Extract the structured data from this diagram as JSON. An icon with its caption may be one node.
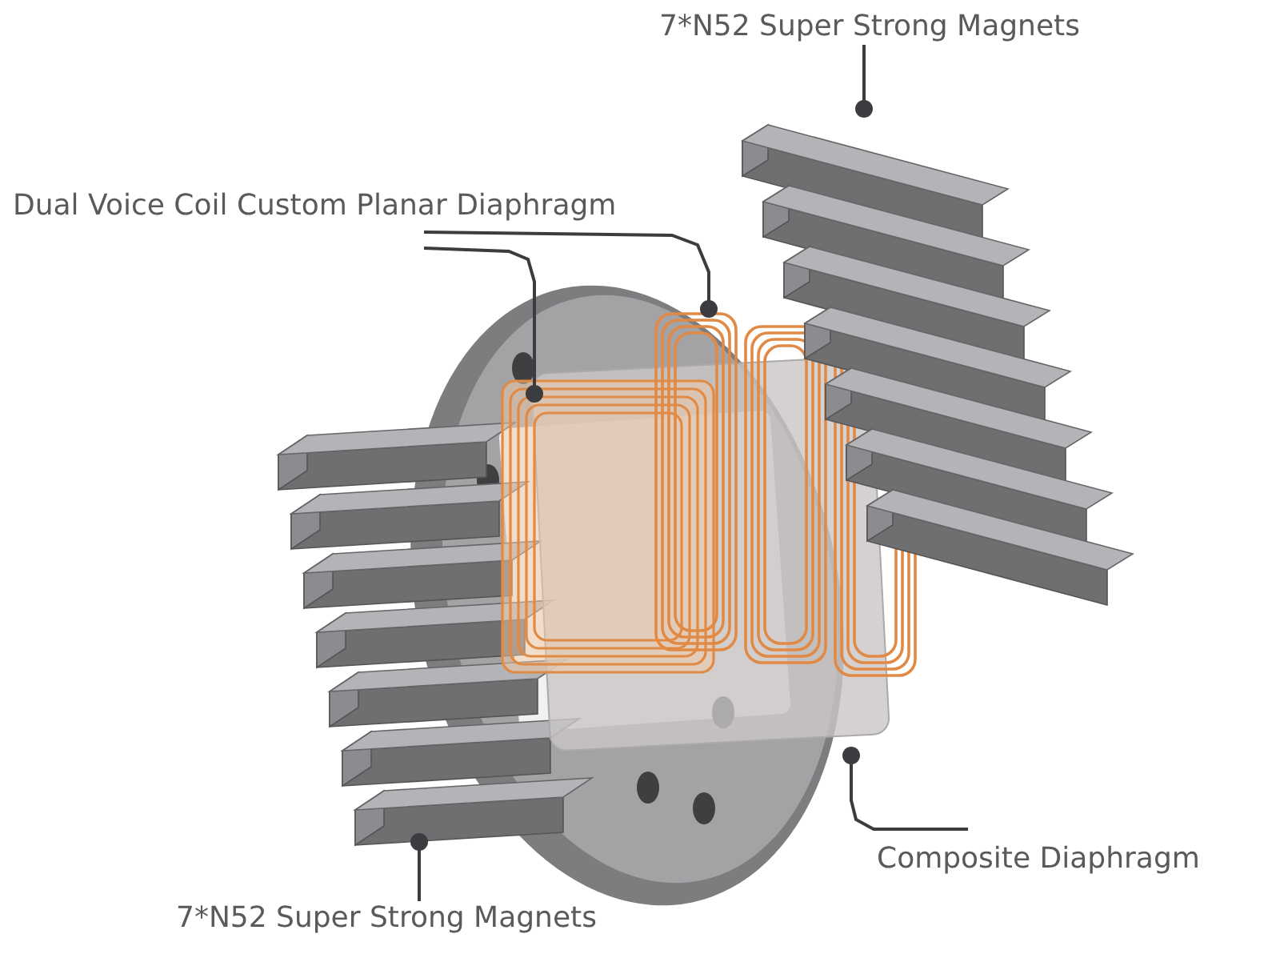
{
  "diagram": {
    "nodes": [
      {
        "text": [
          "7*N52 Super Strong Magnets"
        ]
      },
      {
        "text": [
          "Dual Voice Coil Custom Planar Diaphragm"
        ]
      },
      {
        "text": [],
        "shape": "picture"
      },
      {
        "text": [],
        "shape": "picture"
      },
      {
        "text": [],
        "shape": "picture"
      },
      {
        "text": [],
        "shape": "picture"
      },
      {
        "text": [],
        "shape": "picture"
      },
      {
        "text": [
          "Composite Diaphragm"
        ]
      },
      {
        "text": [
          "7*N52 Super Strong Magnets"
        ]
      }
    ],
    "edges": [
      {
        "from": 0,
        "to": 2,
        "arrow": "other"
      },
      {
        "from": 1,
        "to": 3,
        "arrow": "other"
      },
      {
        "from": 1,
        "to": 4,
        "arrow": "other"
      },
      {
        "from": 7,
        "to": 5,
        "arrow": "other"
      },
      {
        "from": 8,
        "to": 6,
        "arrow": "other"
      }
    ]
  }
}
